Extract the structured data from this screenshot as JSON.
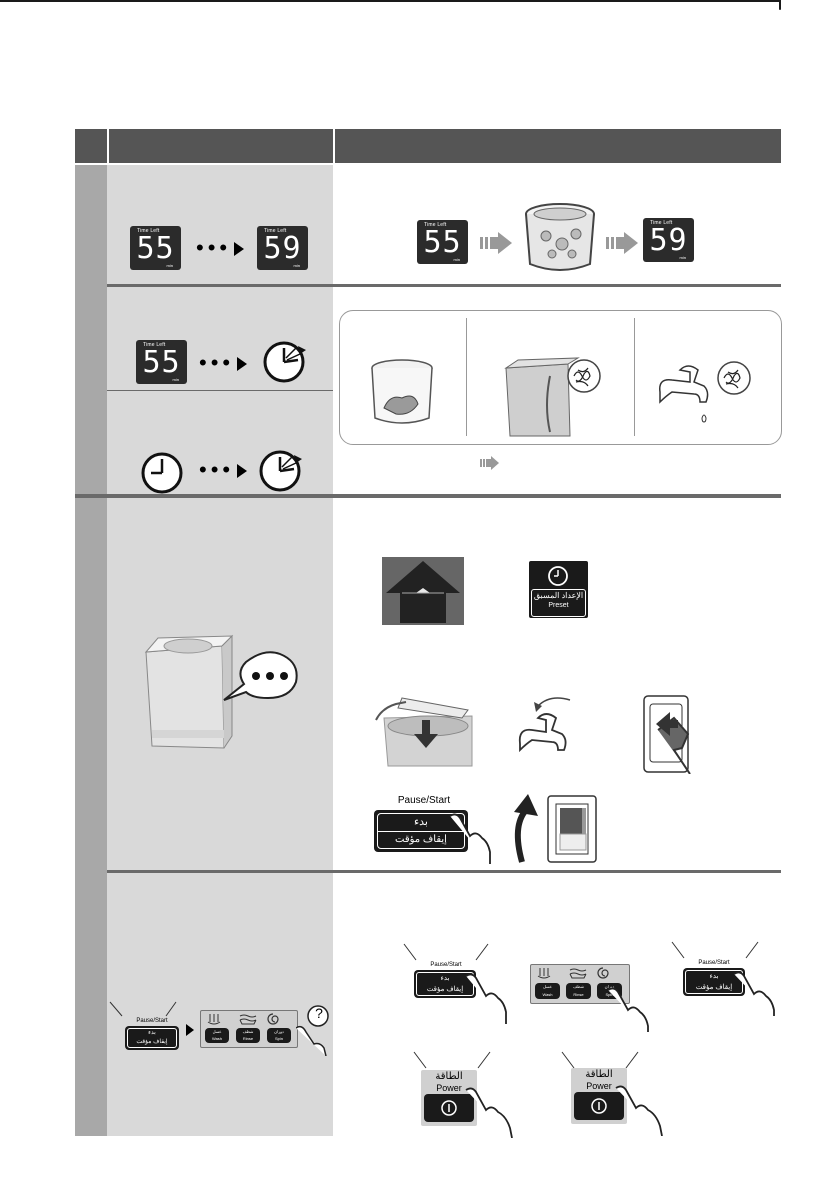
{
  "displays": {
    "time_left": "Time Left",
    "min": "min",
    "value_55": "55",
    "value_59": "59"
  },
  "buttons": {
    "pause_start": "Pause/Start",
    "start_ar": "بدء",
    "pause_ar": "إيقاف مؤقت",
    "preset_ar": "الإعداد المسبق",
    "preset_en": "Preset",
    "power_ar": "الطاقة",
    "power_en": "Power",
    "wash_ar": "غسل",
    "wash_en": "Wash",
    "rinse_ar": "شطف",
    "rinse_en": "Rinse",
    "spin_ar": "دوران",
    "spin_en": "Spin"
  },
  "symbols": {
    "ellipsis": "•••",
    "question": "?"
  },
  "colors": {
    "header": "#555555",
    "sidebar": "#a8a8a8",
    "left_column": "#d9d9d9",
    "separator": "#6a6a6a"
  }
}
